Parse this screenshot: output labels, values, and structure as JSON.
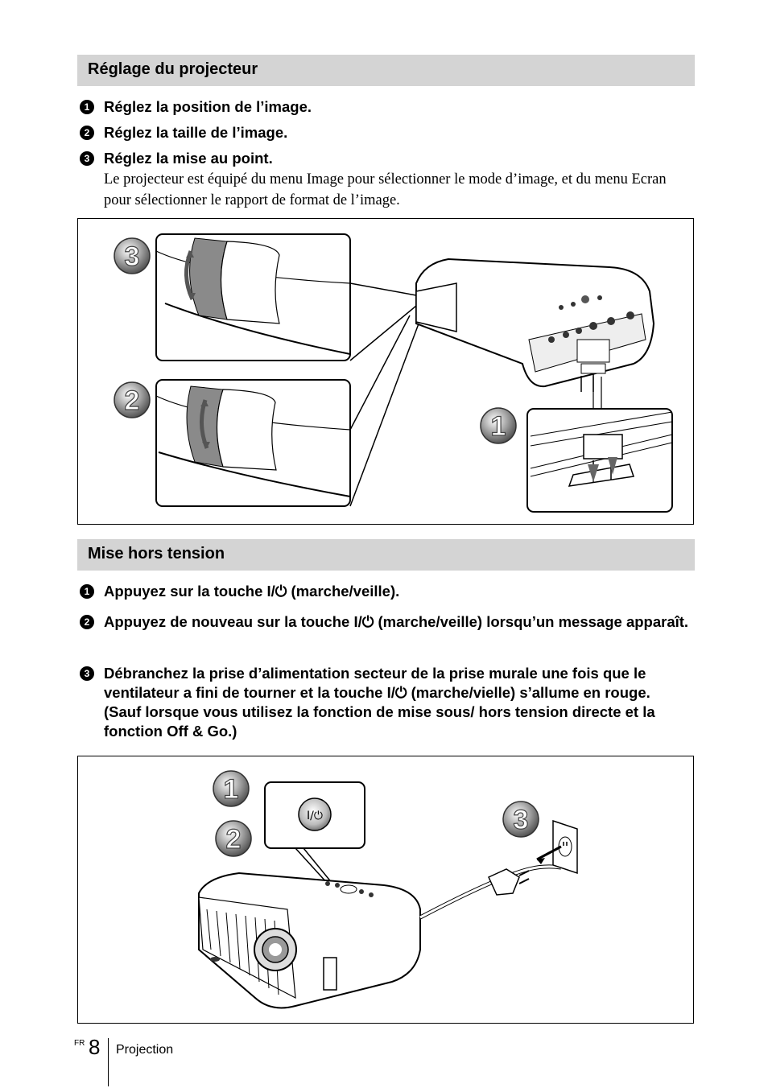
{
  "section1": {
    "title": "Réglage du projecteur",
    "steps": [
      {
        "num": "1",
        "text": "Réglez la position de l’image."
      },
      {
        "num": "2",
        "text": "Réglez la taille de l’image."
      },
      {
        "num": "3",
        "text": "Réglez la mise au point."
      }
    ],
    "note": "Le projecteur est équipé du menu Image pour sélectionner le mode d’image, et du menu Ecran pour sélectionner le rapport de format de l’image."
  },
  "figure1": {
    "badges": [
      "3",
      "2",
      "1"
    ]
  },
  "section2": {
    "title": "Mise hors tension",
    "steps": [
      {
        "num": "1",
        "text": "Appuyez sur la touche I/⏻ (marche/veille)."
      },
      {
        "num": "2",
        "text": "Appuyez de nouveau sur la touche I/⏻ (marche/veille) lorsqu’un message apparaît."
      },
      {
        "num": "3",
        "text": "Débranchez la prise d’alimentation secteur de la prise murale une fois que le ventilateur a fini de tourner et la touche I/⏻ (marche/vielle) s’allume en rouge. (Sauf lorsque vous utilisez la fonction de mise sous/ hors tension directe et la fonction Off & Go.)"
      }
    ]
  },
  "figure2": {
    "badges": [
      "1",
      "2",
      "3"
    ],
    "button_label": "I/⏻"
  },
  "footer": {
    "lang": "FR",
    "page": "8",
    "section": "Projection"
  }
}
